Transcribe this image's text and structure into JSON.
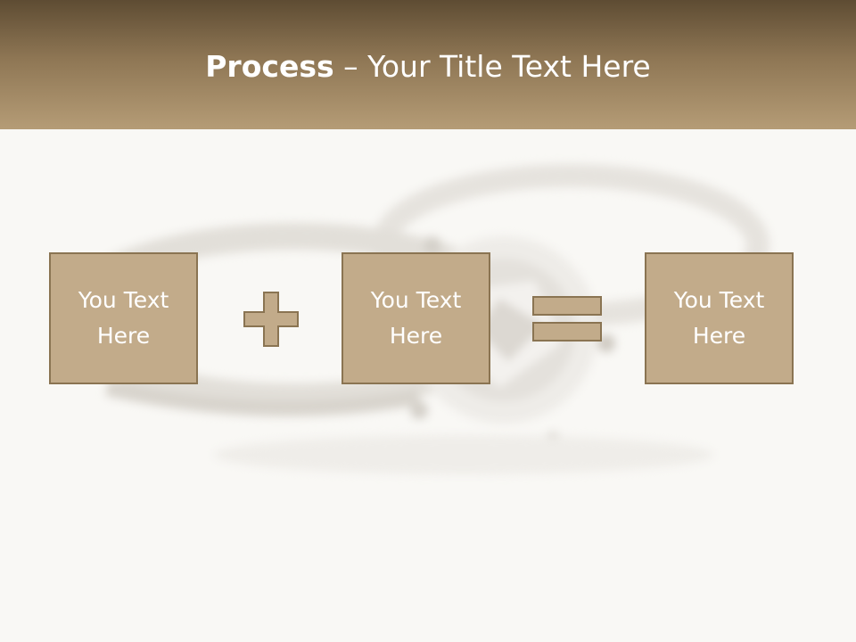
{
  "slide": {
    "title_bold": "Process",
    "title_rest": " – Your Title Text Here"
  },
  "process": {
    "boxes": [
      {
        "text": "You Text\nHere"
      },
      {
        "text": "You Text\nHere"
      },
      {
        "text": "You Text\nHere"
      }
    ],
    "operators": [
      "plus-icon",
      "equals-icon"
    ]
  },
  "colors": {
    "header_dark": "#5e4c33",
    "header_light": "#b59c76",
    "box_fill": "#c2ab8a",
    "box_border": "#8a7452",
    "background": "#f9f8f5"
  }
}
